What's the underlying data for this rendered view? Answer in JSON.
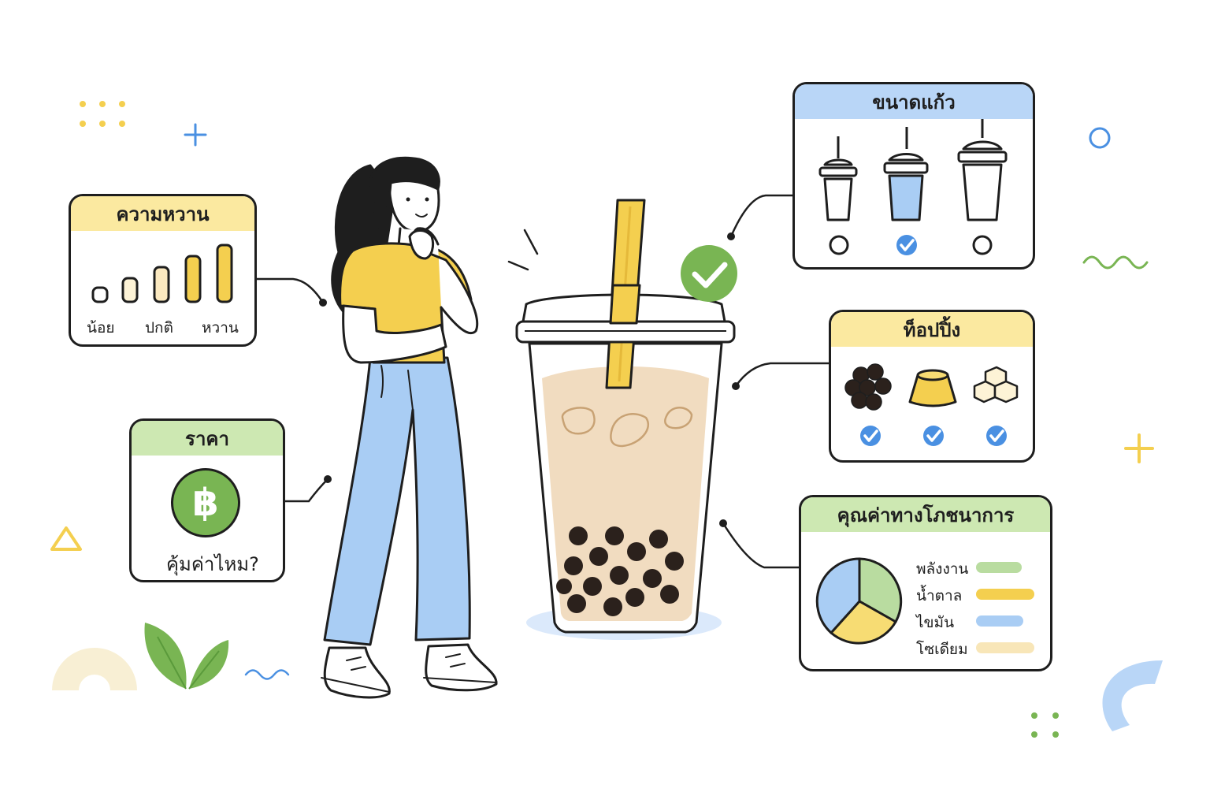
{
  "colors": {
    "yellow": "#f4cf4f",
    "blue": "#a9cdf4",
    "green": "#79b553",
    "tea": "#f1dcc0",
    "pearl": "#2b211c",
    "check_blue": "#4a90e2"
  },
  "sweetness": {
    "title": "ความหวาน",
    "labels": [
      "น้อย",
      "ปกติ",
      "หวาน"
    ]
  },
  "price": {
    "title": "ราคา",
    "currency_symbol": "฿",
    "question": "คุ้มค่าไหม?"
  },
  "cup_size": {
    "title": "ขนาดแก้ว",
    "selected_index": 1
  },
  "toppings": {
    "title": "ท็อปปิ้ง",
    "items": [
      "pearls-icon",
      "pudding-icon",
      "jelly-cubes-icon"
    ]
  },
  "nutrition": {
    "title": "คุณค่าทางโภชนาการ",
    "items": [
      {
        "label": "พลังงาน",
        "color": "#b9dca0"
      },
      {
        "label": "น้ำตาล",
        "color": "#f4cf4f"
      },
      {
        "label": "ไขมัน",
        "color": "#a9cdf4"
      },
      {
        "label": "โซเดียม",
        "color": "#f8e6b8"
      }
    ]
  }
}
